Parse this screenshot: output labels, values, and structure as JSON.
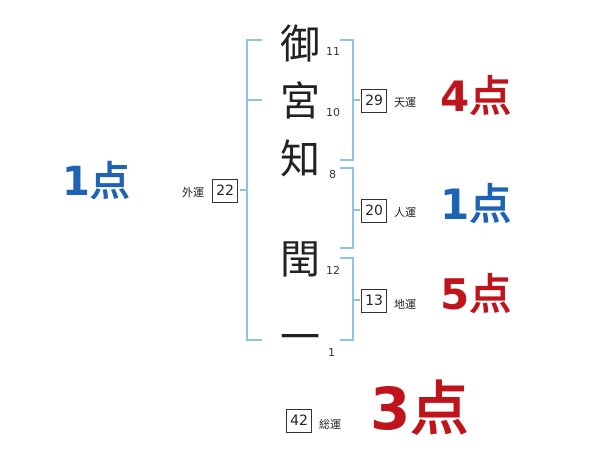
{
  "name_chars": [
    {
      "char": "御",
      "strokes": "11"
    },
    {
      "char": "宮",
      "strokes": "10"
    },
    {
      "char": "知",
      "strokes": "8"
    },
    {
      "char": "閏",
      "strokes": "12"
    },
    {
      "char": "一",
      "strokes": "1"
    }
  ],
  "kaku": {
    "gaikaku": {
      "label": "外運",
      "value": "22",
      "score": "1点"
    },
    "tenkaku": {
      "label": "天運",
      "value": "29",
      "score": "4点"
    },
    "jinkaku": {
      "label": "人運",
      "value": "20",
      "score": "1点"
    },
    "chikaku": {
      "label": "地運",
      "value": "13",
      "score": "5点"
    },
    "soukaku": {
      "label": "総運",
      "value": "42",
      "score": "3点"
    }
  },
  "colors": {
    "bracket": "#8ec3e6",
    "score_blue": "#1f64b4",
    "score_red": "#c0141c"
  }
}
